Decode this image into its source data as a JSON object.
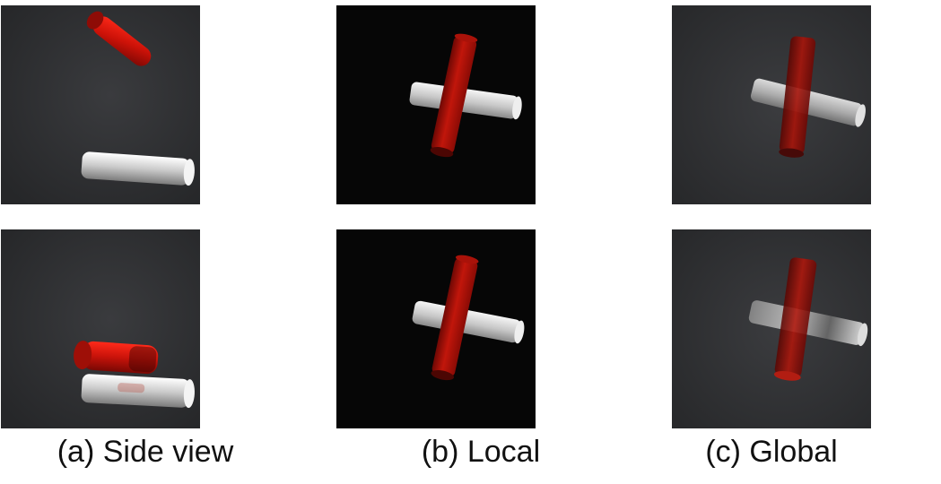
{
  "captions": {
    "side_view": "(a) Side view",
    "local": "(b) Local",
    "global": "(c) Global"
  },
  "colors": {
    "red_cylinder": "#c8180c",
    "white_cylinder": "#e2e2e2",
    "dark_gray_background": "#2d2e30",
    "black_background": "#060606"
  }
}
